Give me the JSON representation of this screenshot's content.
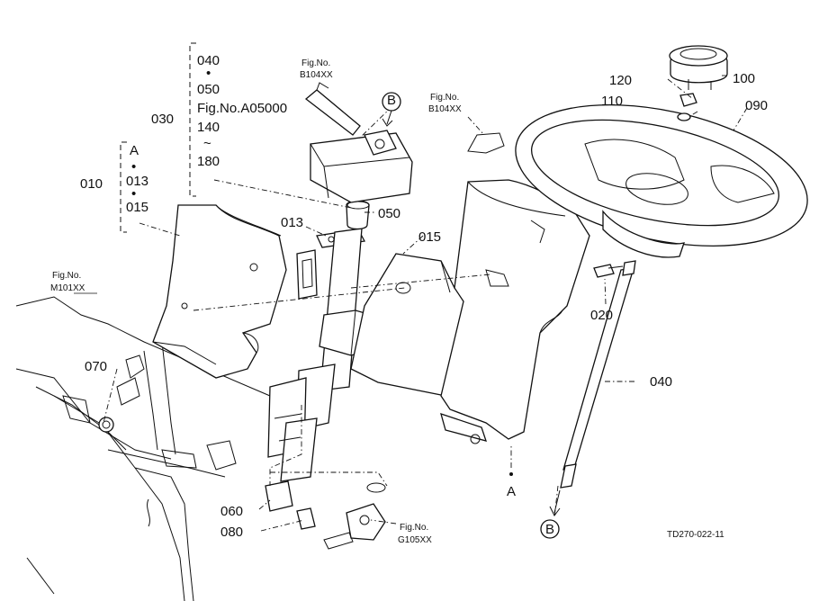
{
  "labels": {
    "p040_top": "040",
    "p050_top": "050",
    "fig_a05000": "Fig.No.A05000",
    "p140": "140",
    "tilde": "~",
    "p180": "180",
    "p030": "030",
    "group_a": "A",
    "dot": "•",
    "p013_grp": "013",
    "p015_grp": "015",
    "p010": "010",
    "p050": "050",
    "p013": "013",
    "p015": "015",
    "p020": "020",
    "p040": "040",
    "p060": "060",
    "p070": "070",
    "p080": "080",
    "p090": "090",
    "p100": "100",
    "p110": "110",
    "p120": "120",
    "ref_a": "A",
    "ref_b": "B",
    "code": "TD270-022-11"
  },
  "fig_refs": {
    "fig_no": "Fig.No.",
    "b104_left": "B104XX",
    "b104_right": "B104XX",
    "m101": "M101XX",
    "g105": "G105XX"
  }
}
